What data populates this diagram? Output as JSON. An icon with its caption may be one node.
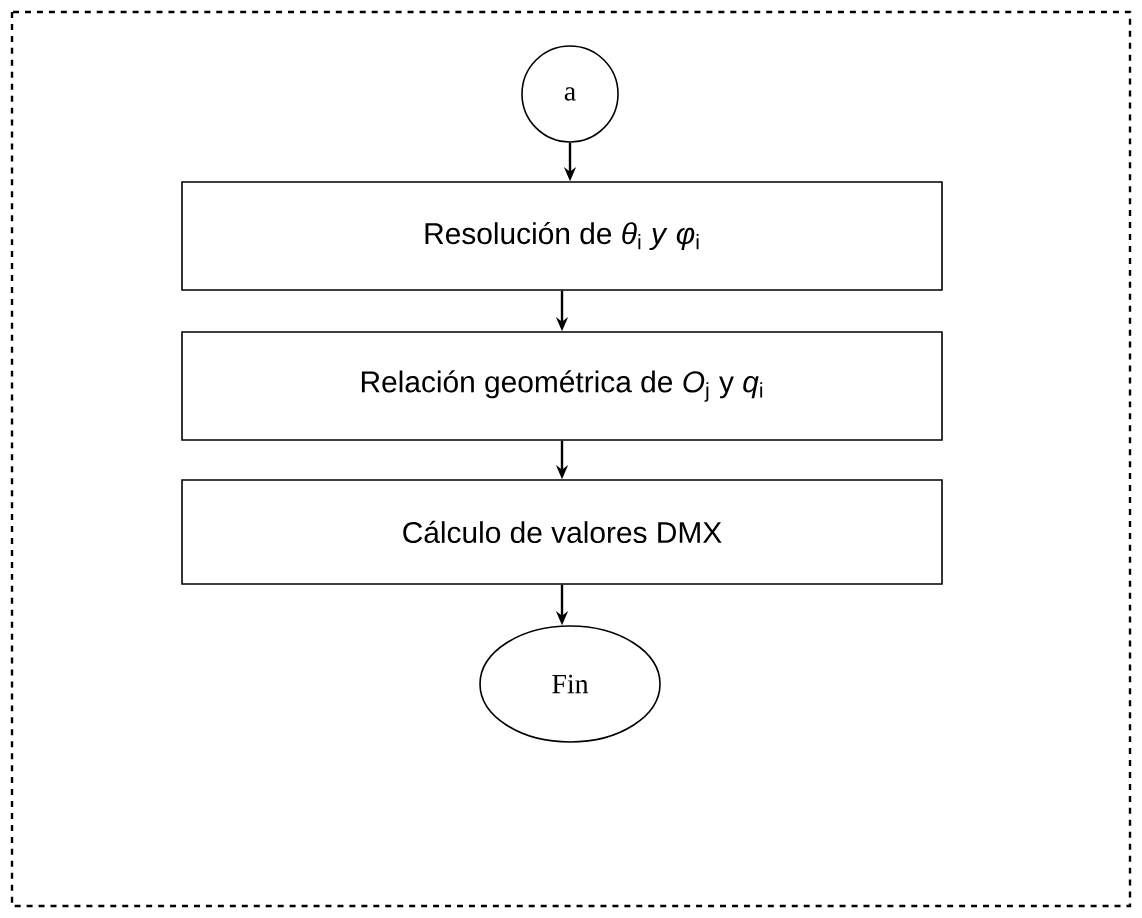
{
  "diagram": {
    "nodes": [
      {
        "text": [
          "a"
        ]
      },
      {
        "text": [
          "Resolución de *θ*$_{i}$ *y* *φ*$_{i}$"
        ]
      },
      {
        "text": [
          "Relación geométrica de *O*$_{j}$ y *q*$_{i}$"
        ]
      },
      {
        "text": [
          "Cálculo de valores DMX"
        ]
      },
      {
        "text": [
          "Fin"
        ]
      }
    ],
    "edges": [
      {
        "from": 0,
        "to": 1,
        "arrow": "to"
      },
      {
        "from": 1,
        "to": 2,
        "arrow": "to"
      },
      {
        "from": 2,
        "to": 3,
        "arrow": "to"
      },
      {
        "from": 3,
        "to": 4,
        "arrow": "to"
      }
    ]
  }
}
